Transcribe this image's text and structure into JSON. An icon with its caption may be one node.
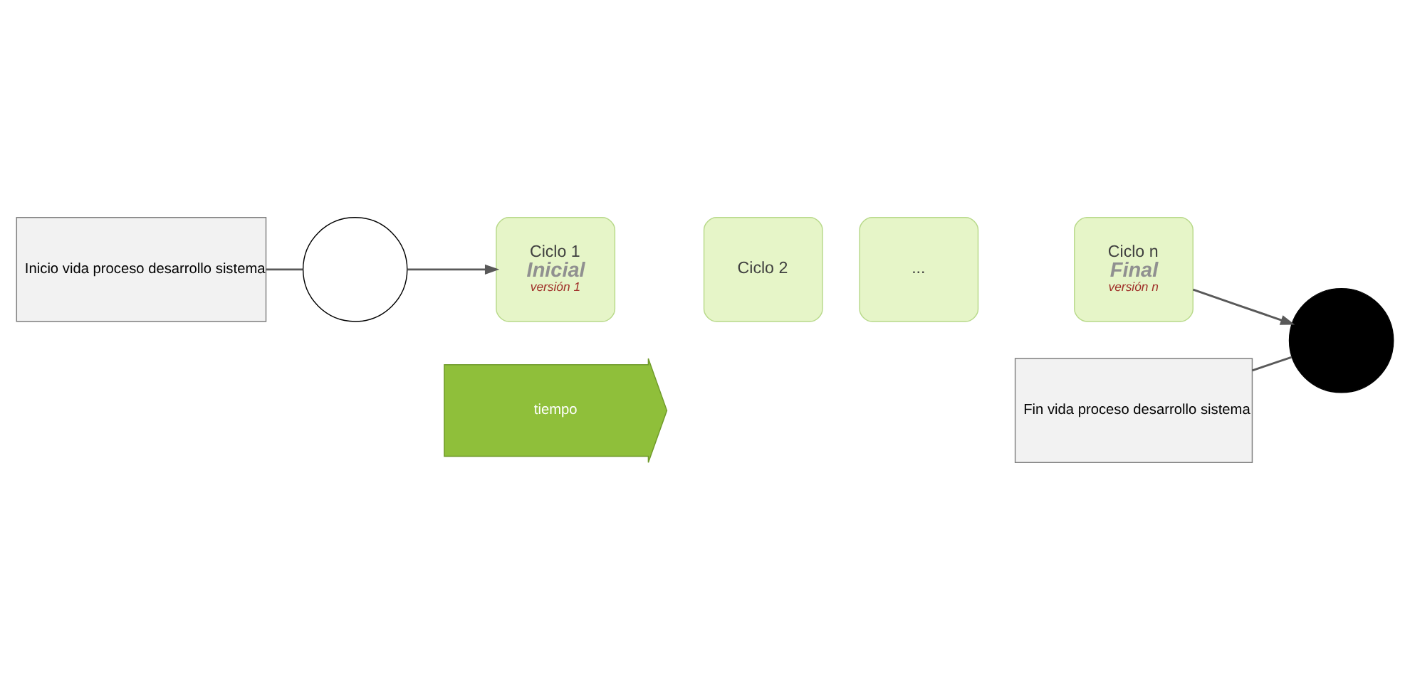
{
  "diagram": {
    "nodes": [
      {
        "text": [
          "Inicio vida proceso desarrollo sistema"
        ]
      },
      {
        "text": [],
        "shape": "circle"
      },
      {
        "text": [
          "Fin vida proceso desarrollo sistema"
        ]
      },
      {
        "text": [],
        "shape": "circle"
      },
      {
        "text": [
          "tiempo"
        ]
      },
      {
        "text": [
          "Ciclo 1",
          "Inicial",
          "versión 1"
        ]
      },
      {
        "text": [
          "Ciclo 2"
        ]
      },
      {
        "text": [
          "..."
        ]
      },
      {
        "text": [
          "Ciclo n",
          "Final",
          "versión n"
        ]
      }
    ],
    "edges": [
      {
        "from": 0,
        "to": 1,
        "arrow": "none"
      },
      {
        "from": 1,
        "to": 5,
        "arrow": "to"
      },
      {
        "from": 8,
        "to": 3,
        "arrow": "to"
      },
      {
        "from": 2,
        "to": 3,
        "arrow": "none"
      }
    ]
  }
}
